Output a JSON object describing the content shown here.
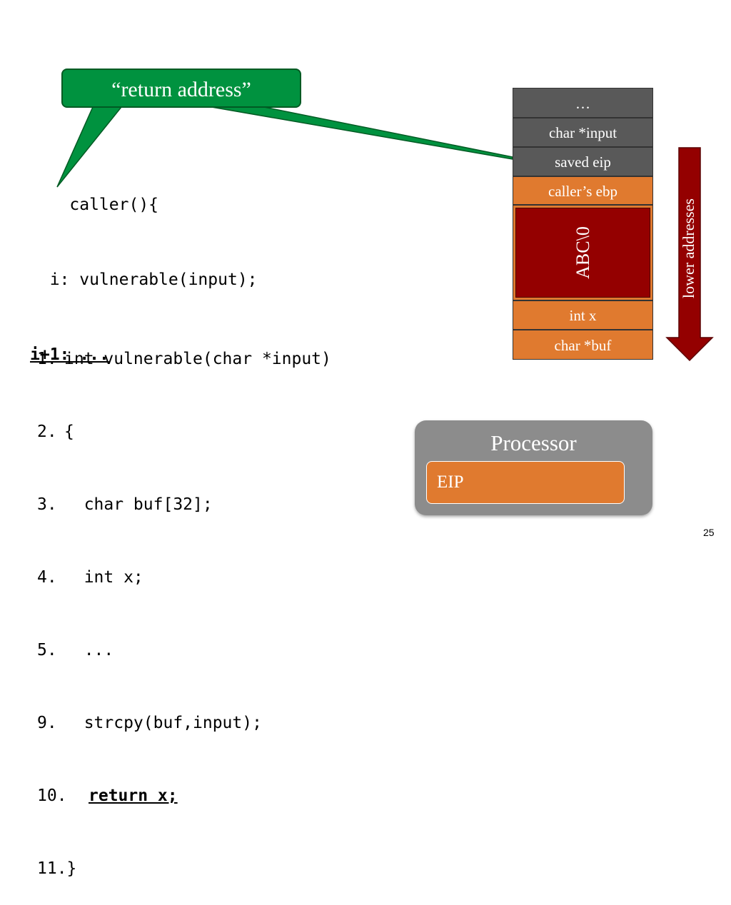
{
  "callout": {
    "label": "“return address”"
  },
  "caller_code": [
    {
      "num": "",
      "text": "caller(){"
    },
    {
      "num": "i:",
      "text": "vulnerable(input);"
    },
    {
      "num": "i+1:",
      "text": "..."
    }
  ],
  "vulnerable_code": [
    {
      "num": "1.",
      "text": "int vulnerable(char *input)"
    },
    {
      "num": "2.",
      "text": "{"
    },
    {
      "num": "3.",
      "text": "  char buf[32];"
    },
    {
      "num": "4.",
      "text": "  int x;"
    },
    {
      "num": "5.",
      "text": "  ..."
    },
    {
      "num": "9.",
      "text": "  strcpy(buf,input);"
    },
    {
      "num": "10.",
      "text": "return x;"
    },
    {
      "num": "11.",
      "text": "}"
    }
  ],
  "stack": {
    "cells": [
      {
        "label": "…"
      },
      {
        "label": "char *input"
      },
      {
        "label": "saved eip"
      },
      {
        "label": "caller’s ebp"
      },
      {
        "label": "ABC\\0"
      },
      {
        "label": "int x"
      },
      {
        "label": "char *buf"
      }
    ]
  },
  "arrow": {
    "label": "lower addresses"
  },
  "processor": {
    "title": "Processor",
    "register": "EIP"
  },
  "page": {
    "number": "25"
  },
  "colors": {
    "callout_green": "#00923f",
    "stack_gray": "#595959",
    "stack_orange": "#e07a2f",
    "buffer_red": "#940000",
    "arrow_red": "#940000",
    "processor_gray": "#8c8c8c"
  }
}
